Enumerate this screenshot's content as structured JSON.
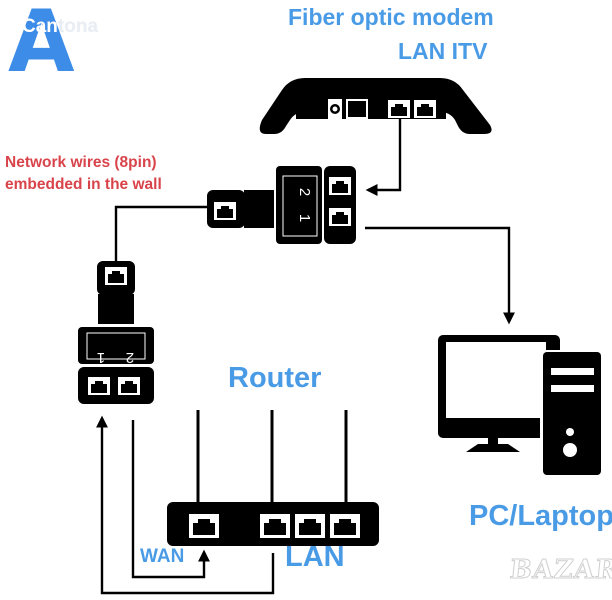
{
  "logo": {
    "letter": "A",
    "text_main": "Can",
    "text_faded": "tona",
    "color": "#3d8ce8"
  },
  "labels": {
    "modem_title": "Fiber optic modem",
    "modem_port": "LAN ITV",
    "wall_note_line1": "Network wires (8pin)",
    "wall_note_line2": "embedded in the wall",
    "router_title": "Router",
    "pc_title": "PC/Laptop",
    "wan": "WAN",
    "lan": "LAN",
    "watermark": "BAZAR"
  },
  "splitter_labels": {
    "top_port_1": "1",
    "top_port_2": "2",
    "left_port_1": "1",
    "left_port_2": "2"
  },
  "colors": {
    "accent_blue": "#4a9be6",
    "note_red": "#d9444b",
    "device_black": "#000000"
  },
  "devices": {
    "modem": {
      "icon": "fiber-modem-icon",
      "ports": [
        "power-button",
        "coax-port",
        "ethernet-port",
        "lan-itv-port",
        "lan-port"
      ]
    },
    "router": {
      "icon": "router-icon",
      "antennas": 3,
      "ports": [
        "WAN",
        "LAN",
        "LAN",
        "LAN"
      ]
    },
    "pc": {
      "icon": "desktop-pc-icon"
    }
  }
}
